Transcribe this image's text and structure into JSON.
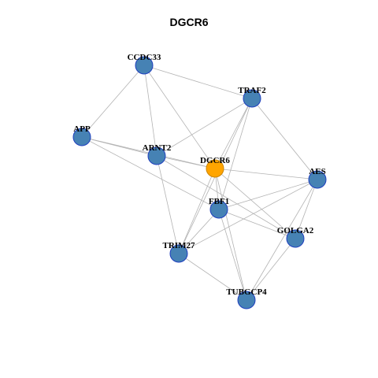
{
  "title": "DGCR6",
  "colors": {
    "edge": "#b3b3b3",
    "node_fill": "#4682b4",
    "node_stroke": "#1f3fbf",
    "focus_fill": "#ffa500",
    "focus_stroke": "#cc8400",
    "label": "#000000"
  },
  "nodes": [
    {
      "id": "DGCR6",
      "label": "DGCR6",
      "focus": true
    },
    {
      "id": "CCDC33",
      "label": "CCDC33",
      "focus": false
    },
    {
      "id": "TRAF2",
      "label": "TRAF2",
      "focus": false
    },
    {
      "id": "APP",
      "label": "APP",
      "focus": false
    },
    {
      "id": "ARNT2",
      "label": "ARNT2",
      "focus": false
    },
    {
      "id": "AES",
      "label": "AES",
      "focus": false
    },
    {
      "id": "FBF1",
      "label": "FBF1",
      "focus": false
    },
    {
      "id": "GOLGA2",
      "label": "GOLGA2",
      "focus": false
    },
    {
      "id": "TRIM27",
      "label": "TRIM27",
      "focus": false
    },
    {
      "id": "TUBGCP4",
      "label": "TUBGCP4",
      "focus": false
    }
  ],
  "edges": [
    [
      "CCDC33",
      "TRAF2"
    ],
    [
      "CCDC33",
      "APP"
    ],
    [
      "CCDC33",
      "ARNT2"
    ],
    [
      "CCDC33",
      "DGCR6"
    ],
    [
      "TRAF2",
      "ARNT2"
    ],
    [
      "TRAF2",
      "DGCR6"
    ],
    [
      "TRAF2",
      "FBF1"
    ],
    [
      "TRAF2",
      "AES"
    ],
    [
      "TRAF2",
      "TRIM27"
    ],
    [
      "APP",
      "ARNT2"
    ],
    [
      "APP",
      "DGCR6"
    ],
    [
      "APP",
      "FBF1"
    ],
    [
      "ARNT2",
      "DGCR6"
    ],
    [
      "ARNT2",
      "TRIM27"
    ],
    [
      "ARNT2",
      "GOLGA2"
    ],
    [
      "DGCR6",
      "AES"
    ],
    [
      "DGCR6",
      "FBF1"
    ],
    [
      "DGCR6",
      "TRIM27"
    ],
    [
      "DGCR6",
      "GOLGA2"
    ],
    [
      "DGCR6",
      "TUBGCP4"
    ],
    [
      "AES",
      "FBF1"
    ],
    [
      "AES",
      "TRIM27"
    ],
    [
      "AES",
      "GOLGA2"
    ],
    [
      "AES",
      "TUBGCP4"
    ],
    [
      "FBF1",
      "TRIM27"
    ],
    [
      "FBF1",
      "GOLGA2"
    ],
    [
      "FBF1",
      "TUBGCP4"
    ],
    [
      "TRIM27",
      "TUBGCP4"
    ],
    [
      "GOLGA2",
      "TUBGCP4"
    ]
  ]
}
